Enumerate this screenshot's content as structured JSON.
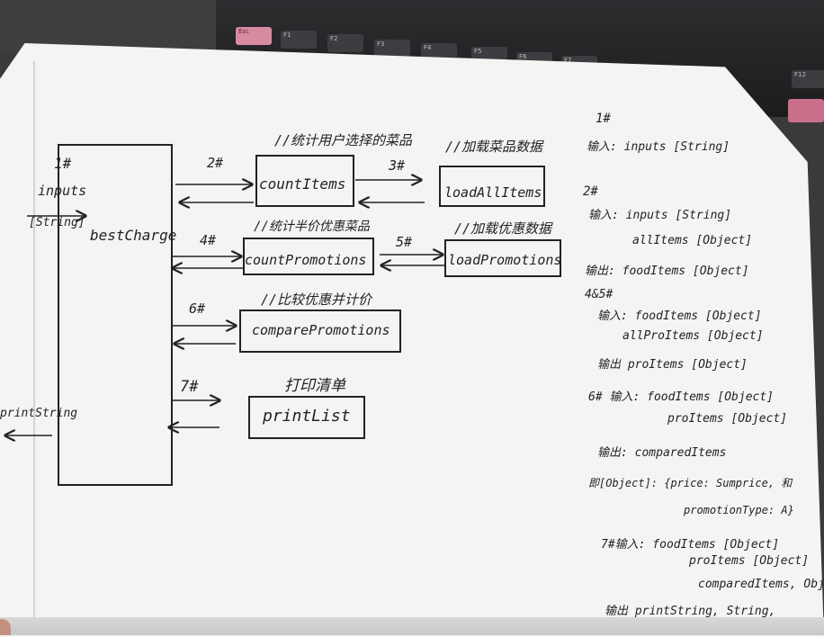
{
  "keyboard": {
    "keys": [
      "Esc",
      "F1",
      "F2",
      "F3",
      "F4",
      "F5",
      "F6",
      "F7",
      "F12"
    ]
  },
  "diagram": {
    "left": {
      "step": "1#",
      "inputs": "inputs",
      "type": "[String]",
      "output": "printString"
    },
    "main": "bestCharge",
    "steps": [
      {
        "num": "2#",
        "note": "//统计用户选择的菜品",
        "box": "countItems",
        "sub_num": "3#",
        "sub_note": "//加载菜品数据",
        "sub_box": "loadAllItems"
      },
      {
        "num": "4#",
        "note": "//统计半价优惠菜品",
        "box": "countPromotions",
        "sub_num": "5#",
        "sub_note": "//加载优惠数据",
        "sub_box": "loadPromotions"
      },
      {
        "num": "6#",
        "note": "//比较优惠并计价",
        "box": "comparePromotions"
      },
      {
        "num": "7#",
        "note": "打印清单",
        "box": "printList"
      }
    ]
  },
  "notes": [
    "1#",
    "输入: inputs   [String]",
    "2#",
    "输入: inputs [String]",
    "allItems [Object]",
    "输出: foodItems [Object]",
    "4&5#",
    "输入: foodItems [Object]",
    "allProItems [Object]",
    "输出 proItems [Object]",
    "6#  输入: foodItems [Object]",
    "proItems [Object]",
    "输出: comparedItems",
    "即[Object]: {price: Sumprice, 和",
    "promotionType: A}",
    "7#输入: foodItems [Object]",
    "proItems [Object]",
    "comparedItems, Obj",
    "输出 printString, String,"
  ]
}
